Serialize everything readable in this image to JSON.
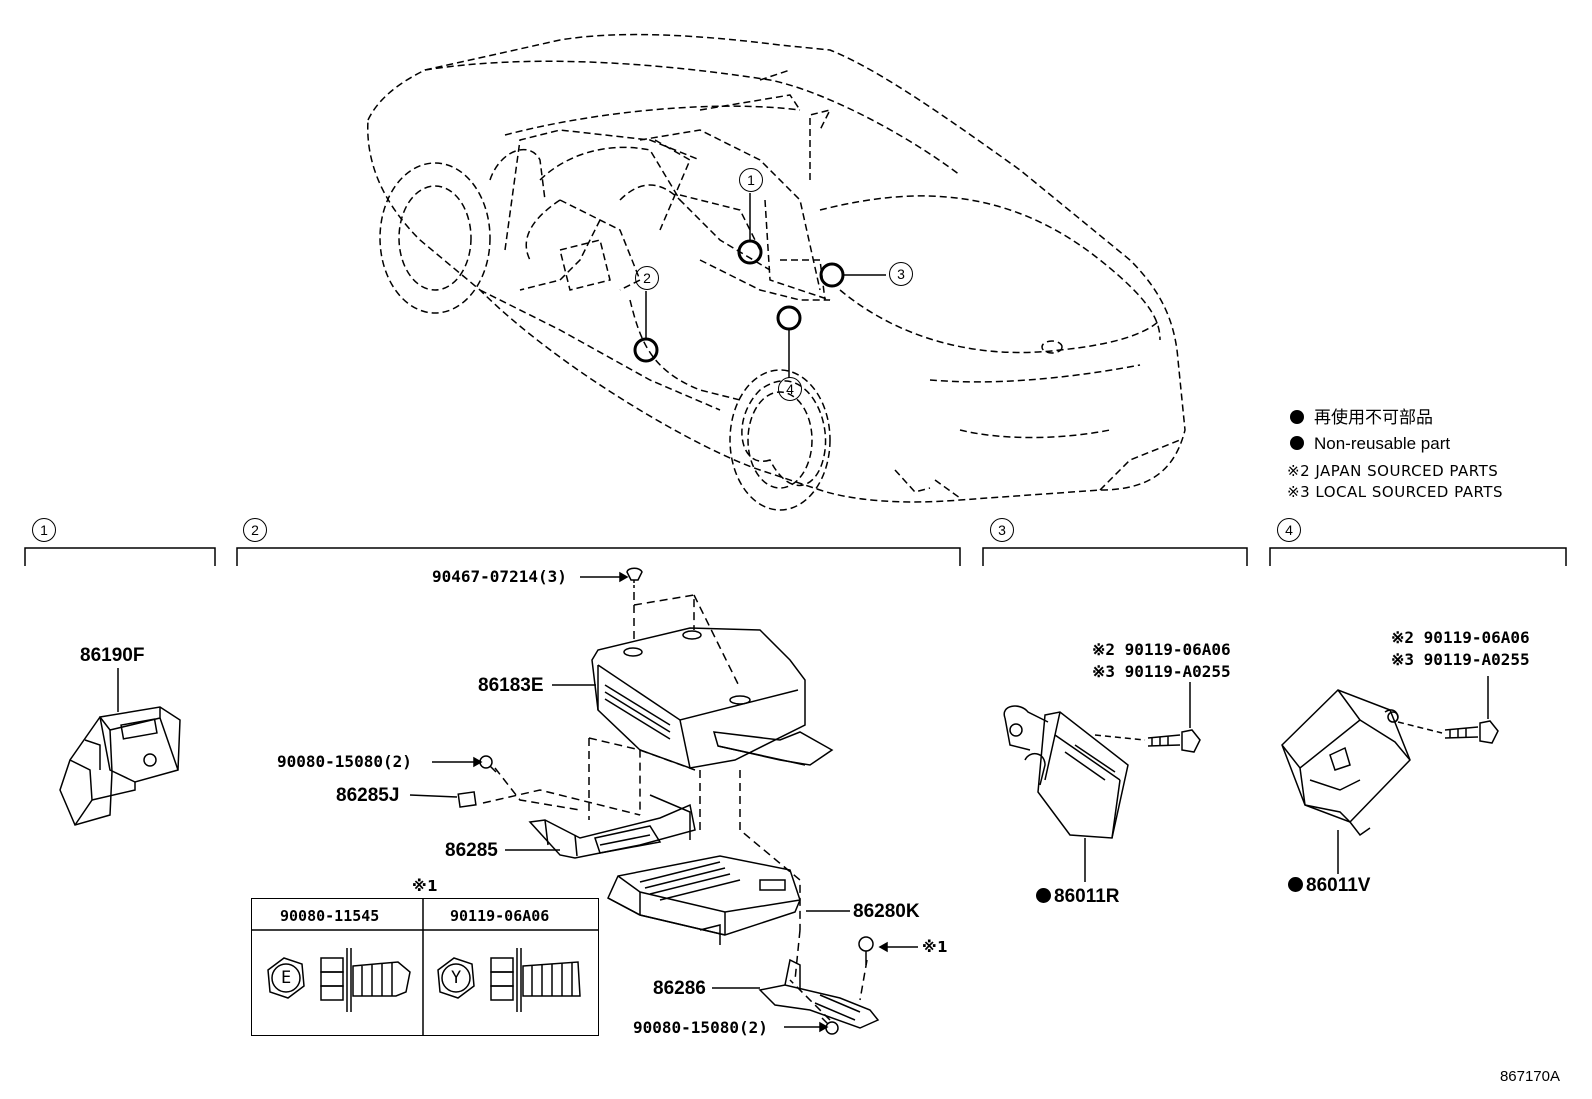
{
  "legend": {
    "jp": "再使用不可部品",
    "en": "Non-reusable part",
    "note2": "※2 JAPAN SOURCED PARTS",
    "note3": "※3 LOCAL SOURCED PARTS"
  },
  "sections": {
    "s1": "1",
    "s2": "2",
    "s3": "3",
    "s4": "4"
  },
  "car_callouts": {
    "c1": "1",
    "c2": "2",
    "c3": "3",
    "c4": "4"
  },
  "parts": {
    "p86190F": "86190F",
    "p90467": "90467-07214(3)",
    "p86183E": "86183E",
    "p90080a": "90080-15080(2)",
    "p86285J": "86285J",
    "p86285": "86285",
    "p86280K": "86280K",
    "p86286": "86286",
    "p90080b": "90080-15080(2)",
    "p86011R": "86011R",
    "p86011V": "86011V",
    "note1_bolt": "※1",
    "r_s2a": "※2 90119-06A06",
    "r_s3a": "※3 90119-A0255",
    "r_s2b": "※2 90119-06A06",
    "r_s3b": "※3 90119-A0255"
  },
  "table": {
    "mark": "※1",
    "col1": "90080-11545",
    "col2": "90119-06A06",
    "sym1": "E",
    "sym2": "Y"
  },
  "drawing_code": "867170A"
}
